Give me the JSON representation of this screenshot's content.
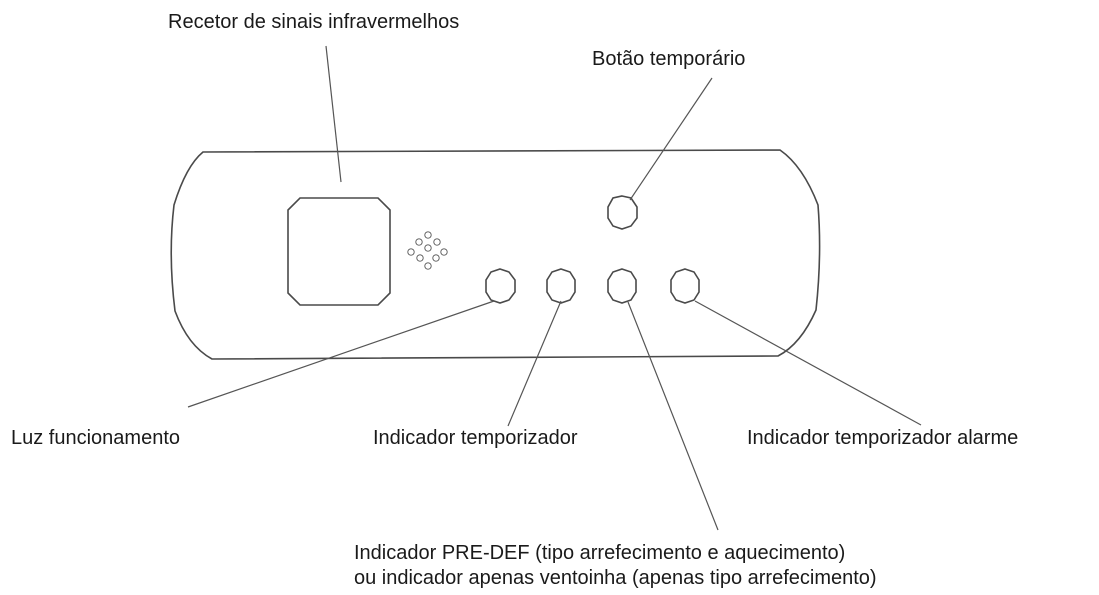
{
  "labels": {
    "ir_receiver": "Recetor de sinais infravermelhos",
    "temporary_button": "Botão temporário",
    "operation_light": "Luz funcionamento",
    "timer_indicator": "Indicador temporizador",
    "alarm_timer_indicator": "Indicador temporizador alarme",
    "predef_line1": "Indicador PRE-DEF (tipo arrefecimento e aquecimento)",
    "predef_line2": "ou indicador apenas ventoinha (apenas tipo arrefecimento)"
  },
  "colors": {
    "outline": "#4a4a4a",
    "text": "#1a1a1a"
  }
}
